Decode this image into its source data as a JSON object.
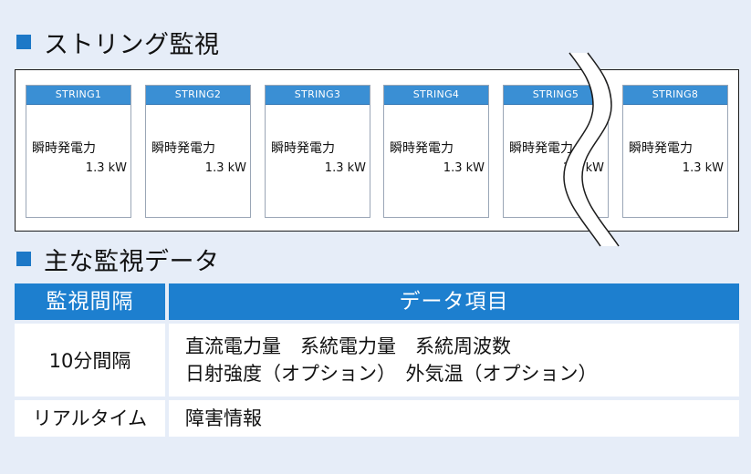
{
  "sections": {
    "strings_title": "ストリング監視",
    "data_title": "主な監視データ"
  },
  "strings": [
    {
      "name": "STRING1",
      "label": "瞬時発電力",
      "value": "1.3 kW"
    },
    {
      "name": "STRING2",
      "label": "瞬時発電力",
      "value": "1.3 kW"
    },
    {
      "name": "STRING3",
      "label": "瞬時発電力",
      "value": "1.3 kW"
    },
    {
      "name": "STRING4",
      "label": "瞬時発電力",
      "value": "1.3 kW"
    },
    {
      "name": "STRING5",
      "label": "瞬時発電力",
      "value": "1.3 kW"
    },
    {
      "name": "STRING8",
      "label": "瞬時発電力",
      "value": "1.3 kW"
    }
  ],
  "table": {
    "header": {
      "interval": "監視間隔",
      "items": "データ項目"
    },
    "rows": [
      {
        "interval": "10分間隔",
        "items": [
          "直流電力量　系統電力量　系統周波数",
          "日射強度（オプション）　外気温（オプション）"
        ]
      },
      {
        "interval": "リアルタイム",
        "items": [
          "障害情報"
        ]
      }
    ]
  },
  "colors": {
    "accent": "#1d7fcf",
    "card_header": "#3a8fd4",
    "background": "#e6edf8"
  }
}
